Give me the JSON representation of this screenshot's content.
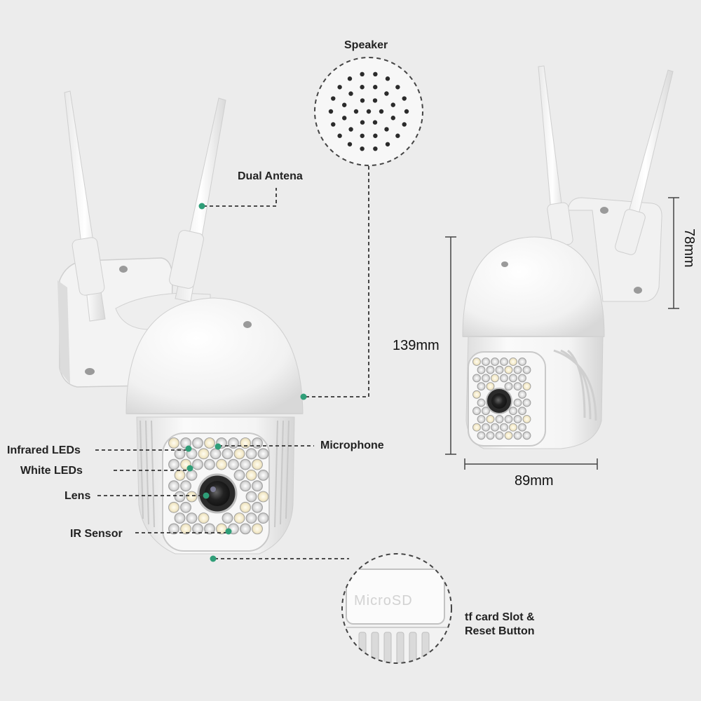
{
  "labels": {
    "speaker": "Speaker",
    "dual_antenna": "Dual Antena",
    "infrared_leds": "Infrared LEDs",
    "white_leds": "White LEDs",
    "lens": "Lens",
    "ir_sensor": "IR Sensor",
    "microphone": "Microphone",
    "tf_card_line1": "tf card Slot &",
    "tf_card_line2": "Reset Button",
    "microsd_text": "MicroSD"
  },
  "dimensions": {
    "height": "139mm",
    "width": "89mm",
    "depth": "78mm"
  },
  "colors": {
    "background": "#ececec",
    "marker": "#2f9e78",
    "line": "#333333",
    "camera_body": "#f6f6f6"
  }
}
